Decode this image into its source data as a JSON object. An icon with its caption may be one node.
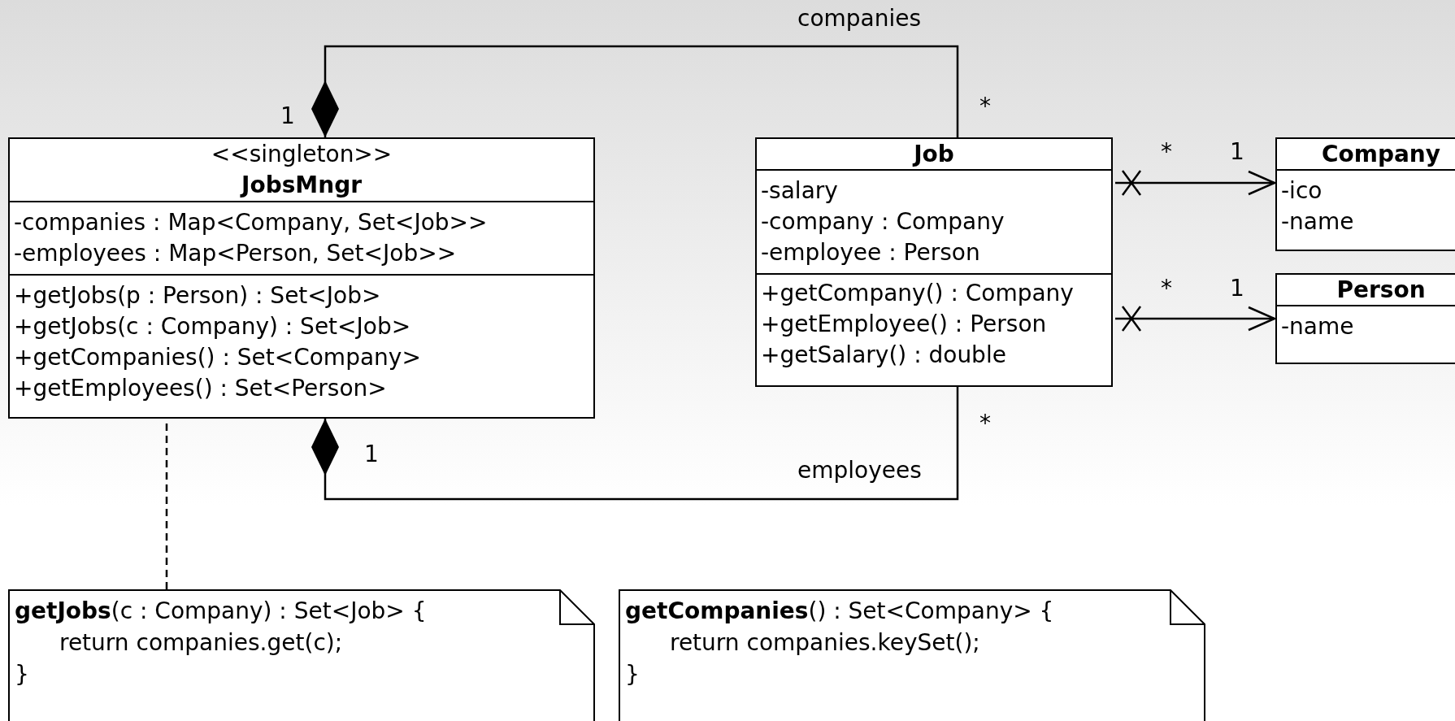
{
  "diagram": {
    "nodes": [
      {
        "text": [
          "<<singleton>>",
          "JobsMngr"
        ]
      },
      {
        "text": [
          "-companies : Map<Company, Set<Job>>",
          "-employees : Map<Person, Set<Job>>"
        ],
        "in": 0
      },
      {
        "text": [
          "+getJobs(p : Person) : Set<Job>",
          "+getJobs(c : Company) : Set<Job>",
          "+getCompanies() : Set<Company>",
          "+getEmployees() : Set<Person>"
        ],
        "in": 0
      },
      {
        "text": [
          "Job"
        ]
      },
      {
        "text": [
          "-salary",
          "-company : Company",
          "-employee : Person"
        ],
        "in": 3
      },
      {
        "text": [
          "+getCompany() : Company",
          "+getEmployee() : Person",
          "+getSalary() : double"
        ],
        "in": 3
      },
      {
        "text": [
          "Company"
        ]
      },
      {
        "text": [
          "-ico",
          "-name"
        ],
        "in": 6
      },
      {
        "text": [
          "Person"
        ]
      },
      {
        "text": [
          "-name"
        ],
        "in": 8
      },
      {
        "text": [
          "**getJobs**(c : Company) : Set<Job> {",
          "return companies.get(c);",
          "}"
        ]
      },
      {
        "text": [
          "**getCompanies**() : Set<Company> {",
          "return companies.keySet();",
          "}"
        ]
      }
    ],
    "edges": [
      {
        "from": 3,
        "to": 0,
        "arrow": "other",
        "label": "companies"
      },
      {
        "from": 3,
        "to": 0,
        "arrow": "other",
        "label": "employees"
      },
      {
        "from": 3,
        "to": 6,
        "arrow": "to"
      },
      {
        "from": 3,
        "to": 8,
        "arrow": "to"
      },
      {
        "from": 10,
        "to": 0,
        "arrow": "none",
        "style": "dashed"
      }
    ],
    "labels": [
      "1",
      "*",
      "*",
      "1",
      "*",
      "1",
      "1",
      "*"
    ]
  }
}
